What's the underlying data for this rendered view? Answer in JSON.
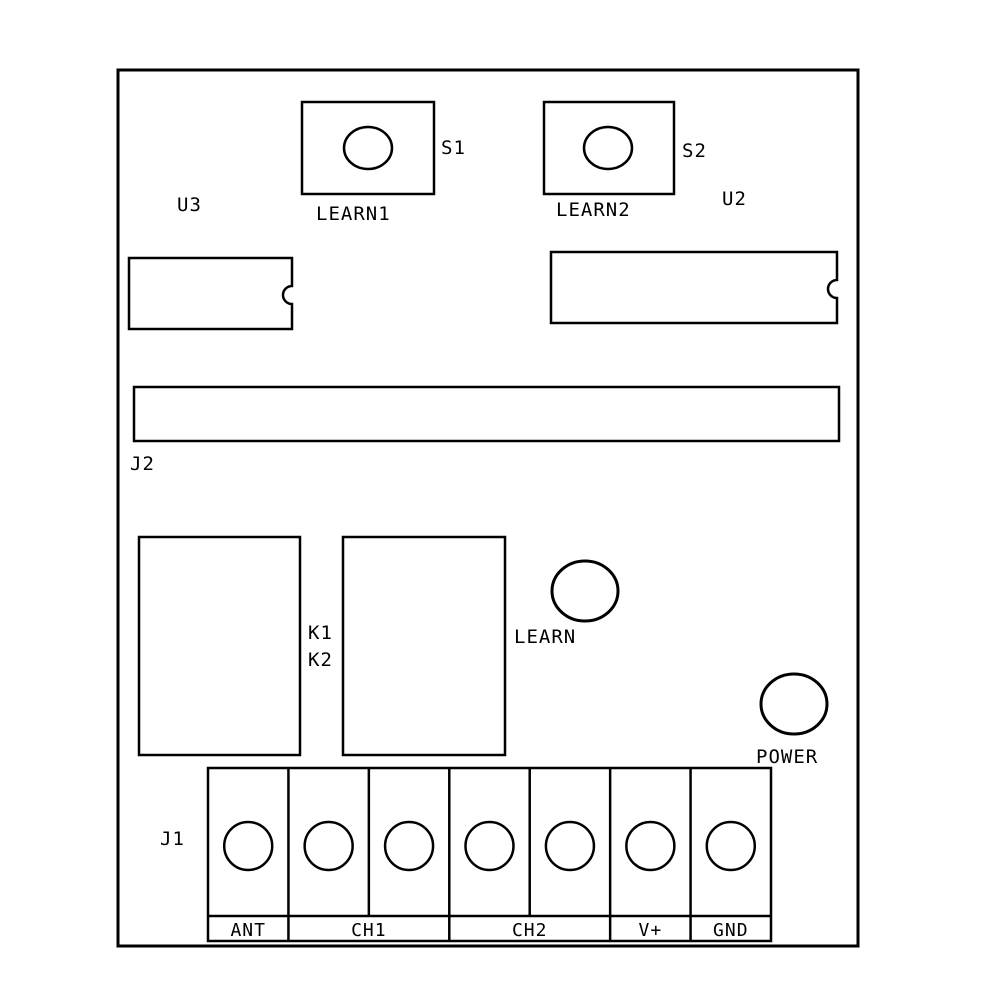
{
  "diagram": {
    "switches": [
      {
        "ref": "S1",
        "label": "LEARN1"
      },
      {
        "ref": "S2",
        "label": "LEARN2"
      }
    ],
    "ics": [
      {
        "ref": "U3"
      },
      {
        "ref": "U2"
      }
    ],
    "connector_j2": {
      "ref": "J2"
    },
    "relays": [
      {
        "ref": "K1"
      },
      {
        "ref": "K2"
      }
    ],
    "leds": [
      {
        "label": "LEARN"
      },
      {
        "label": "POWER"
      }
    ],
    "terminal_block": {
      "ref": "J1",
      "groups": [
        {
          "label": "ANT",
          "terminals": 1
        },
        {
          "label": "CH1",
          "terminals": 2
        },
        {
          "label": "CH2",
          "terminals": 2
        },
        {
          "label": "V+",
          "terminals": 1
        },
        {
          "label": "GND",
          "terminals": 1
        }
      ]
    },
    "colors": {
      "line": "#000000",
      "background": "#ffffff"
    }
  }
}
